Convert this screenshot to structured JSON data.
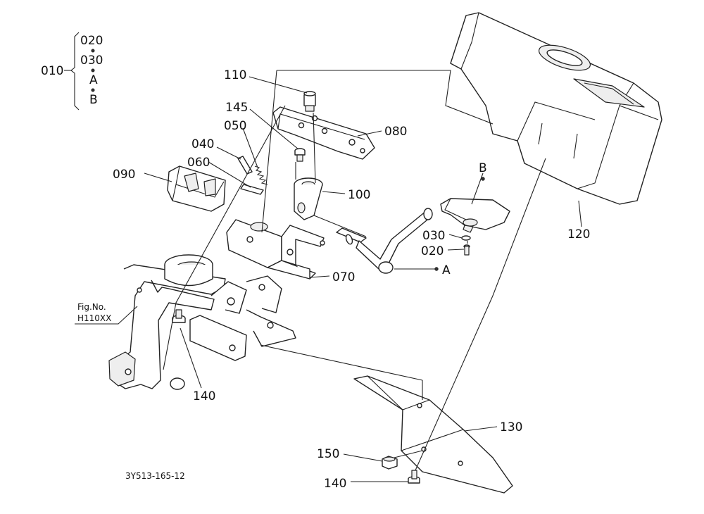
{
  "labels": {
    "l010": "010",
    "l020a": "020",
    "l030a": "030",
    "lA1": "A",
    "lB1": "B",
    "l110": "110",
    "l145": "145",
    "l050": "050",
    "l040": "040",
    "l060": "060",
    "l090": "090",
    "l080": "080",
    "l100": "100",
    "l070": "070",
    "lB2": "B",
    "l030b": "030",
    "l020b": "020",
    "lA2": "A",
    "l120": "120",
    "l130": "130",
    "l140a": "140",
    "l150": "150",
    "l140b": "140",
    "fig1": "Fig.No.",
    "fig2": "H110XX",
    "code": "3Y513-165-12"
  }
}
